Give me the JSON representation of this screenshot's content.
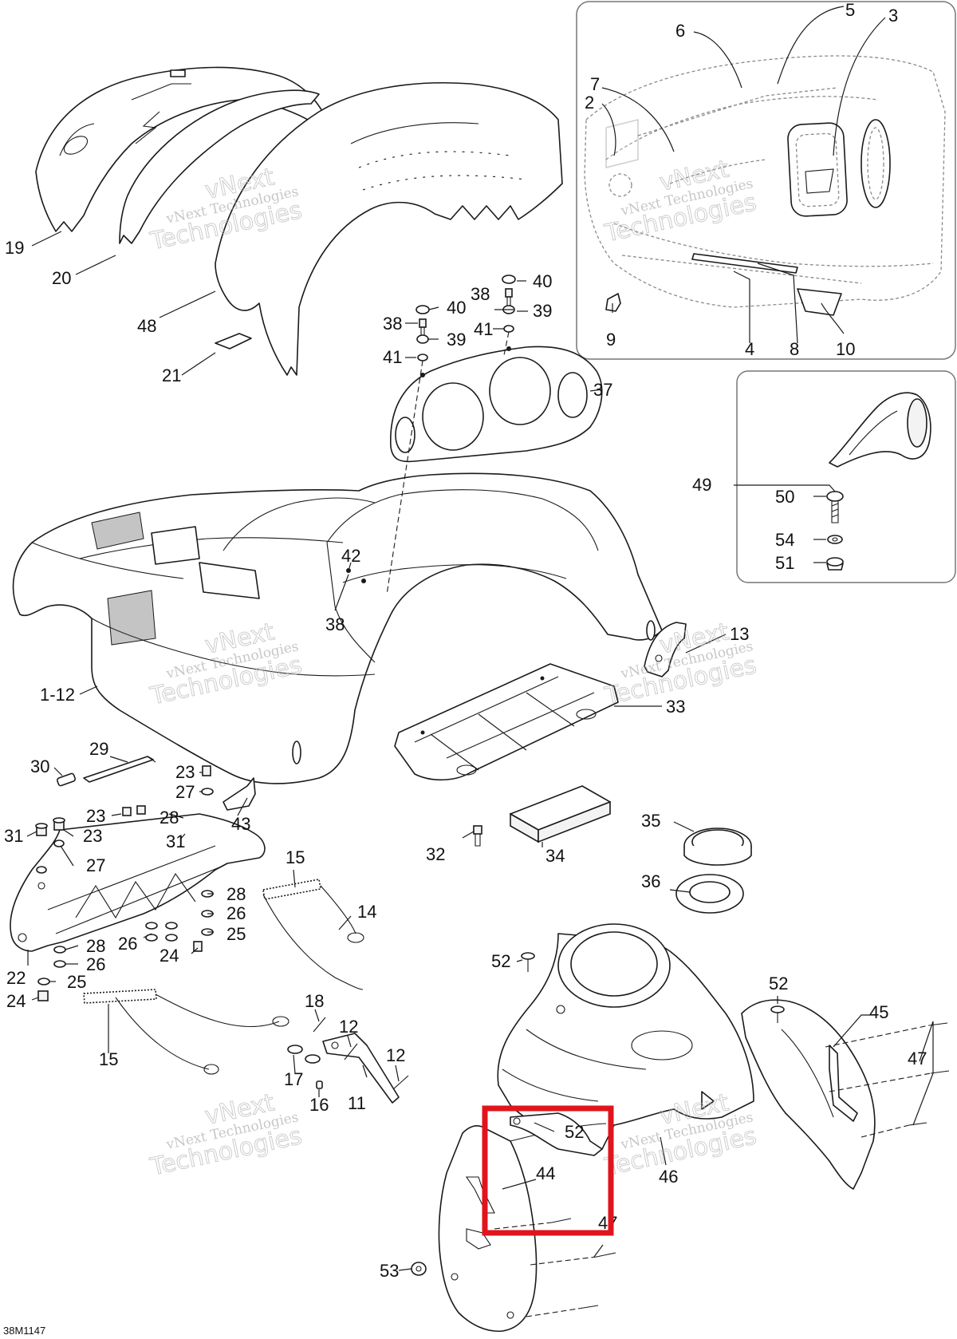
{
  "document_code": "38M1147",
  "watermark": {
    "line1": "vNext Technologies",
    "line2": "vNext",
    "line3": "Technologies"
  },
  "callouts": {
    "c19": "19",
    "c20": "20",
    "c48": "48",
    "c21": "21",
    "c6": "6",
    "c5": "5",
    "c3": "3",
    "c7": "7",
    "c2": "2",
    "c9": "9",
    "c4": "4",
    "c8": "8",
    "c10": "10",
    "c40a": "40",
    "c38a": "38",
    "c39a": "39",
    "c41a": "41",
    "c40b": "40",
    "c38b": "38",
    "c39b": "39",
    "c41b": "41",
    "c37": "37",
    "c42": "42",
    "c38c": "38",
    "c1_12": "1-12",
    "c49": "49",
    "c50": "50",
    "c54": "54",
    "c51": "51",
    "c13": "13",
    "c33": "33",
    "c29": "29",
    "c30": "30",
    "c23a": "23",
    "c27a": "27",
    "c43": "43",
    "c23b": "23",
    "c28a": "28",
    "c31a": "31",
    "c23c": "23",
    "c31b": "31",
    "c27b": "27",
    "c32": "32",
    "c34": "34",
    "c35": "35",
    "c15a": "15",
    "c28b": "28",
    "c26a": "26",
    "c14": "14",
    "c36": "36",
    "c26b": "26",
    "c25a": "25",
    "c24a": "24",
    "c28c": "28",
    "c26c": "26",
    "c22": "22",
    "c25b": "25",
    "c24b": "24",
    "c52a": "52",
    "c52b": "52",
    "c45": "45",
    "c18": "18",
    "c12a": "12",
    "c47a": "47",
    "c15b": "15",
    "c12b": "12",
    "c17": "17",
    "c11": "11",
    "c16": "16",
    "c52c": "52",
    "c44": "44",
    "c46": "46",
    "c47b": "47",
    "c53": "53"
  },
  "colors": {
    "line": "#1a1a1a",
    "highlight": "#e0141c",
    "watermark": "#9a9a9a",
    "inset_border": "#777777"
  }
}
